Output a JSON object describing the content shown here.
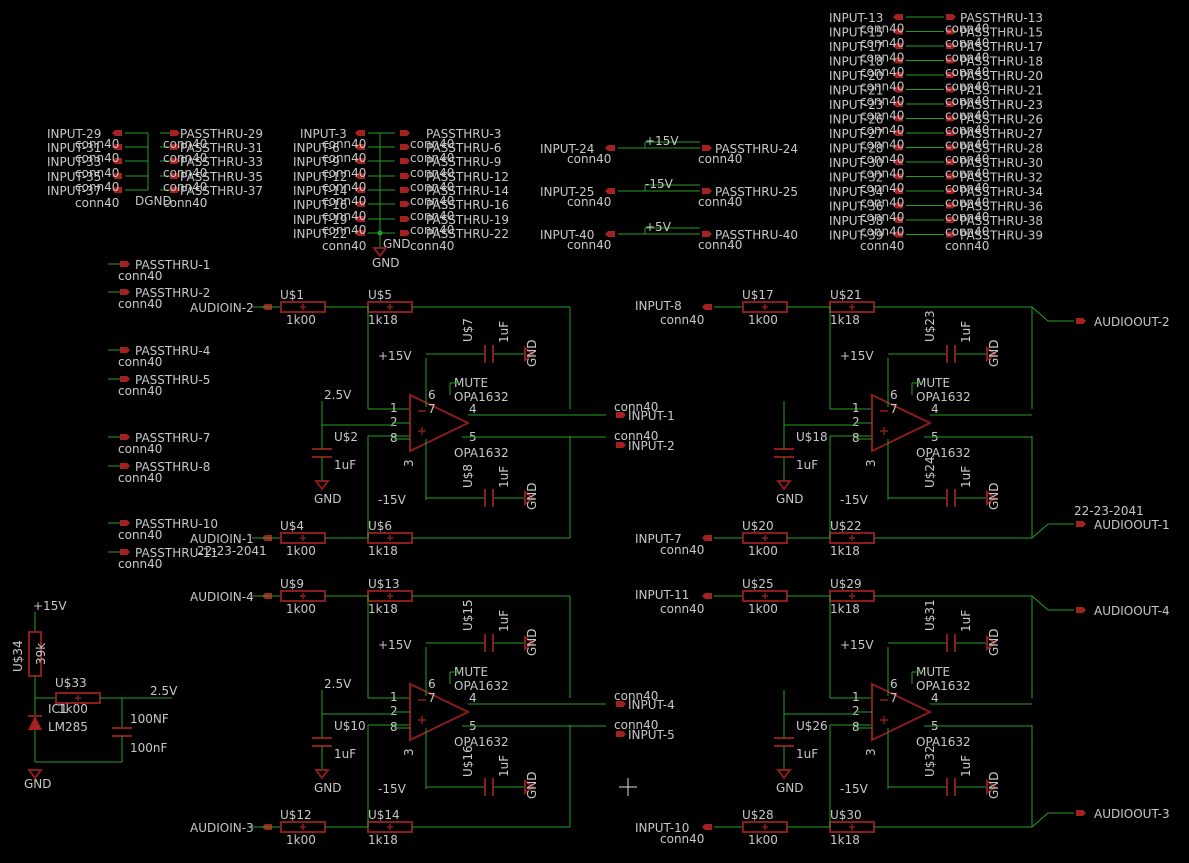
{
  "schematic": {
    "top_left_nets": {
      "inputs": [
        "INPUT-29",
        "INPUT-31",
        "INPUT-33",
        "INPUT-35",
        "INPUT-37"
      ],
      "passthru": [
        "PASSTHRU-29",
        "PASSTHRU-31",
        "PASSTHRU-33",
        "PASSTHRU-35",
        "PASSTHRU-37"
      ],
      "conn_label": "conn40",
      "ground_label": "DGND"
    },
    "top_mid_nets": {
      "inputs": [
        "INPUT-3",
        "INPUT-6",
        "INPUT-9",
        "INPUT-12",
        "INPUT-14",
        "INPUT-16",
        "INPUT-19",
        "INPUT-22"
      ],
      "passthru": [
        "PASSTHRU-3",
        "PASSTHRU-6",
        "PASSTHRU-9",
        "PASSTHRU-12",
        "PASSTHRU-14",
        "PASSTHRU-16",
        "PASSTHRU-19",
        "PASSTHRU-22"
      ],
      "conn_label": "conn40",
      "ground_label": "GND"
    },
    "power_nets": [
      {
        "input": "INPUT-24",
        "rail": "+15V",
        "passthru": "PASSTHRU-24",
        "conn": "conn40"
      },
      {
        "input": "INPUT-25",
        "rail": "-15V",
        "passthru": "PASSTHRU-25",
        "conn": "conn40"
      },
      {
        "input": "INPUT-40",
        "rail": "+5V",
        "passthru": "PASSTHRU-40",
        "conn": "conn40"
      }
    ],
    "top_right_nets": {
      "inputs": [
        "INPUT-13",
        "INPUT-15",
        "INPUT-17",
        "INPUT-18",
        "INPUT-20",
        "INPUT-21",
        "INPUT-23",
        "INPUT-26",
        "INPUT-27",
        "INPUT-28",
        "INPUT-30",
        "INPUT-32",
        "INPUT-34",
        "INPUT-36",
        "INPUT-38",
        "INPUT-39"
      ],
      "passthru": [
        "PASSTHRU-13",
        "PASSTHRU-15",
        "PASSTHRU-17",
        "PASSTHRU-18",
        "PASSTHRU-20",
        "PASSTHRU-21",
        "PASSTHRU-23",
        "PASSTHRU-26",
        "PASSTHRU-27",
        "PASSTHRU-28",
        "PASSTHRU-30",
        "PASSTHRU-32",
        "PASSTHRU-34",
        "PASSTHRU-36",
        "PASSTHRU-38",
        "PASSTHRU-39"
      ],
      "conn_label": "conn40"
    },
    "left_passthru_column": [
      "PASSTHRU-1",
      "PASSTHRU-2",
      "PASSTHRU-4",
      "PASSTHRU-5",
      "PASSTHRU-7",
      "PASSTHRU-8",
      "PASSTHRU-10",
      "PASSTHRU-11"
    ],
    "stray_label": "22-23-2041",
    "reference": {
      "supply": "+15V",
      "resistor": {
        "name": "U$34",
        "value": "39k"
      },
      "regulator": {
        "name": "IC1",
        "value": "LM285"
      },
      "series_res": {
        "name": "U$33",
        "value": "1k00"
      },
      "cap": {
        "value1": "100NF",
        "value2": "100nF"
      },
      "out": "2.5V",
      "ground": "GND"
    },
    "stages": [
      {
        "in_top": "AUDIOIN-2",
        "in_bot": "AUDIOIN-1",
        "r_in_top": "U$1",
        "r_fb_top": "U$5",
        "r_in_bot": "U$4",
        "r_fb_bot": "U$6",
        "r_in_val": "1k00",
        "r_fb_val": "1k18",
        "cap_top": "U$7",
        "cap_bot": "U$8",
        "cap_val": "1uF",
        "opamp_top": "OPA1632",
        "opamp_bot": "OPA1632",
        "mute": "MUTE",
        "bias_cap": "U$2",
        "bias_cap_val": "1uF",
        "bias": "2.5V",
        "vpos": "+15V",
        "vneg": "-15V",
        "ground": "GND",
        "out_top": "INPUT-1",
        "out_bot": "INPUT-2",
        "out_conn": "conn40",
        "pins": {
          "p1": "1",
          "p2": "2",
          "p3": "3",
          "p4": "4",
          "p5": "5",
          "p6": "6",
          "p7": "7",
          "p8": "8"
        }
      },
      {
        "in_top": "AUDIOIN-4",
        "in_bot": "AUDIOIN-3",
        "r_in_top": "U$9",
        "r_fb_top": "U$13",
        "r_in_bot": "U$12",
        "r_fb_bot": "U$14",
        "r_in_val": "1k00",
        "r_fb_val": "1k18",
        "cap_top": "U$15",
        "cap_bot": "U$16",
        "cap_val": "1uF",
        "opamp_top": "OPA1632",
        "opamp_bot": "OPA1632",
        "mute": "MUTE",
        "bias_cap": "U$10",
        "bias_cap_val": "1uF",
        "bias": "2.5V",
        "vpos": "+15V",
        "vneg": "-15V",
        "ground": "GND",
        "out_top": "INPUT-4",
        "out_bot": "INPUT-5",
        "out_conn": "conn40",
        "pins": {
          "p1": "1",
          "p2": "2",
          "p3": "3",
          "p4": "4",
          "p5": "5",
          "p6": "6",
          "p7": "7",
          "p8": "8"
        }
      },
      {
        "in_top": "INPUT-8",
        "in_bot": "INPUT-7",
        "in_conn": "conn40",
        "r_in_top": "U$17",
        "r_fb_top": "U$21",
        "r_in_bot": "U$20",
        "r_fb_bot": "U$22",
        "r_in_val": "1k00",
        "r_fb_val": "1k18",
        "cap_top": "U$23",
        "cap_bot": "U$24",
        "cap_val": "1uF",
        "opamp_top": "OPA1632",
        "opamp_bot": "OPA1632",
        "mute": "MUTE",
        "bias_cap": "U$18",
        "bias_cap_val": "1uF",
        "vpos": "+15V",
        "vneg": "-15V",
        "ground": "GND",
        "out_top": "AUDIOOUT-2",
        "out_bot": "AUDIOOUT-1",
        "out_bot_label": "22-23-2041",
        "pins": {
          "p1": "1",
          "p2": "2",
          "p3": "3",
          "p4": "4",
          "p5": "5",
          "p6": "6",
          "p7": "7",
          "p8": "8"
        }
      },
      {
        "in_top": "INPUT-11",
        "in_bot": "INPUT-10",
        "in_conn": "conn40",
        "r_in_top": "U$25",
        "r_fb_top": "U$29",
        "r_in_bot": "U$28",
        "r_fb_bot": "U$30",
        "r_in_val": "1k00",
        "r_fb_val": "1k18",
        "cap_top": "U$31",
        "cap_bot": "U$32",
        "cap_val": "1uF",
        "opamp_top": "OPA1632",
        "opamp_bot": "OPA1632",
        "mute": "MUTE",
        "bias_cap": "U$26",
        "bias_cap_val": "1uF",
        "vpos": "+15V",
        "vneg": "-15V",
        "ground": "GND",
        "out_top": "AUDIOOUT-4",
        "out_bot": "AUDIOOUT-3",
        "pins": {
          "p1": "1",
          "p2": "2",
          "p3": "3",
          "p4": "4",
          "p5": "5",
          "p6": "6",
          "p7": "7",
          "p8": "8"
        }
      }
    ]
  }
}
